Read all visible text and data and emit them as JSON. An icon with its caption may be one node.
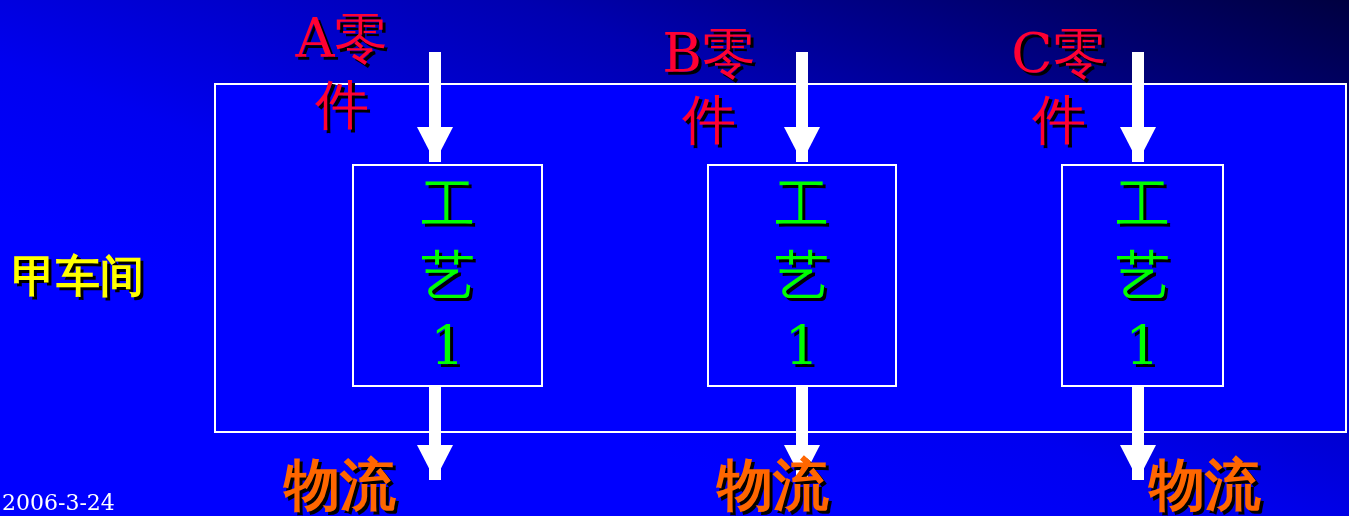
{
  "diagram": {
    "nodes": [
      {
        "text": [
          "甲车间"
        ]
      },
      {
        "text": [
          "工艺1"
        ],
        "in": 0
      },
      {
        "text": [
          "工艺1"
        ],
        "in": 0
      },
      {
        "text": [
          "工艺1"
        ],
        "in": 0
      }
    ],
    "edges": [
      {
        "from": null,
        "to": 1,
        "arrow": "to",
        "label": "A零件"
      },
      {
        "from": 1,
        "to": null,
        "arrow": "to",
        "label": "物流"
      },
      {
        "from": null,
        "to": 2,
        "arrow": "to",
        "label": "B零件"
      },
      {
        "from": 2,
        "to": null,
        "arrow": "to",
        "label": "物流"
      },
      {
        "from": null,
        "to": 3,
        "arrow": "to",
        "label": "C零件"
      },
      {
        "from": 3,
        "to": null,
        "arrow": "to",
        "label": "物流"
      }
    ],
    "labels": [
      "2006-3-24"
    ]
  }
}
